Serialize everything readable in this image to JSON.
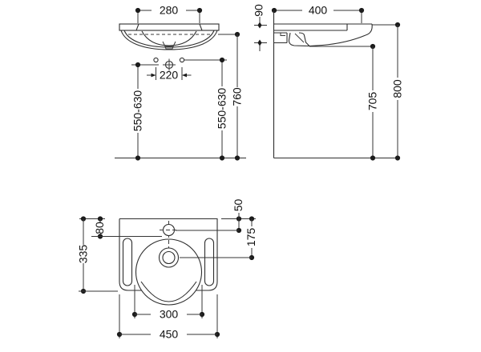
{
  "drawing": {
    "type": "washbasin-dimension-drawing",
    "background": "#ffffff",
    "line_color": "#2e2e2e",
    "text_color": "#101010",
    "front": {
      "bowl_width": "280",
      "tap_hole_spacing": "220",
      "mount_height_left": "550-630",
      "mount_height_right": "550-630",
      "rim_height": "760"
    },
    "side": {
      "depth": "400",
      "apron_height": "90",
      "underside_clearance": "705",
      "top_height": "800"
    },
    "plan": {
      "tap_offset_rear": "50",
      "rear_to_tap_line": "80",
      "rear_to_drain": "175",
      "total_depth": "335",
      "slot_spacing": "300",
      "total_width": "450"
    }
  }
}
